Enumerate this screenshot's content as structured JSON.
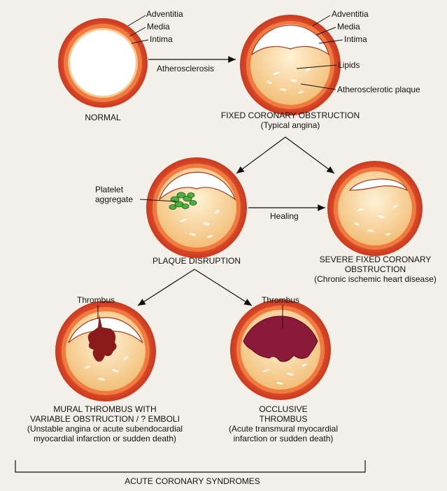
{
  "labels": {
    "adventitia": "Adventitia",
    "media": "Media",
    "intima": "Intima",
    "lipids": "Lipids",
    "atherosclerotic_plaque": "Atherosclerotic plaque",
    "atherosclerosis": "Atherosclerosis",
    "platelet_aggregate_line1": "Platelet",
    "platelet_aggregate_line2": "aggregate",
    "healing": "Healing",
    "thrombus": "Thrombus"
  },
  "captions": {
    "normal": "NORMAL",
    "fixed_obstruction": [
      "FIXED CORONARY OBSTRUCTION",
      "(Typical angina)"
    ],
    "plaque_disruption": "PLAQUE DISRUPTION",
    "severe_fixed": [
      "SEVERE FIXED CORONARY",
      "OBSTRUCTION",
      "(Chronic ischemic heart disease)"
    ],
    "mural_thrombus": [
      "MURAL THROMBUS WITH",
      "VARIABLE OBSTRUCTION / ? EMBOLI",
      "(Unstable angina or acute subendocardial",
      "myocardial infarction or sudden death)"
    ],
    "occlusive_thrombus": [
      "OCCLUSIVE",
      "THROMBUS",
      "(Acute transmural myocardial",
      "infarction or sudden death)"
    ],
    "acute_syndromes": "ACUTE CORONARY SYNDROMES"
  },
  "colors": {
    "adventitia": "#d9462a",
    "media": "#f08a4a",
    "intima": "#fbd6a6",
    "plaque": "#f5c887",
    "thrombus": "#8b1a1a"
  }
}
